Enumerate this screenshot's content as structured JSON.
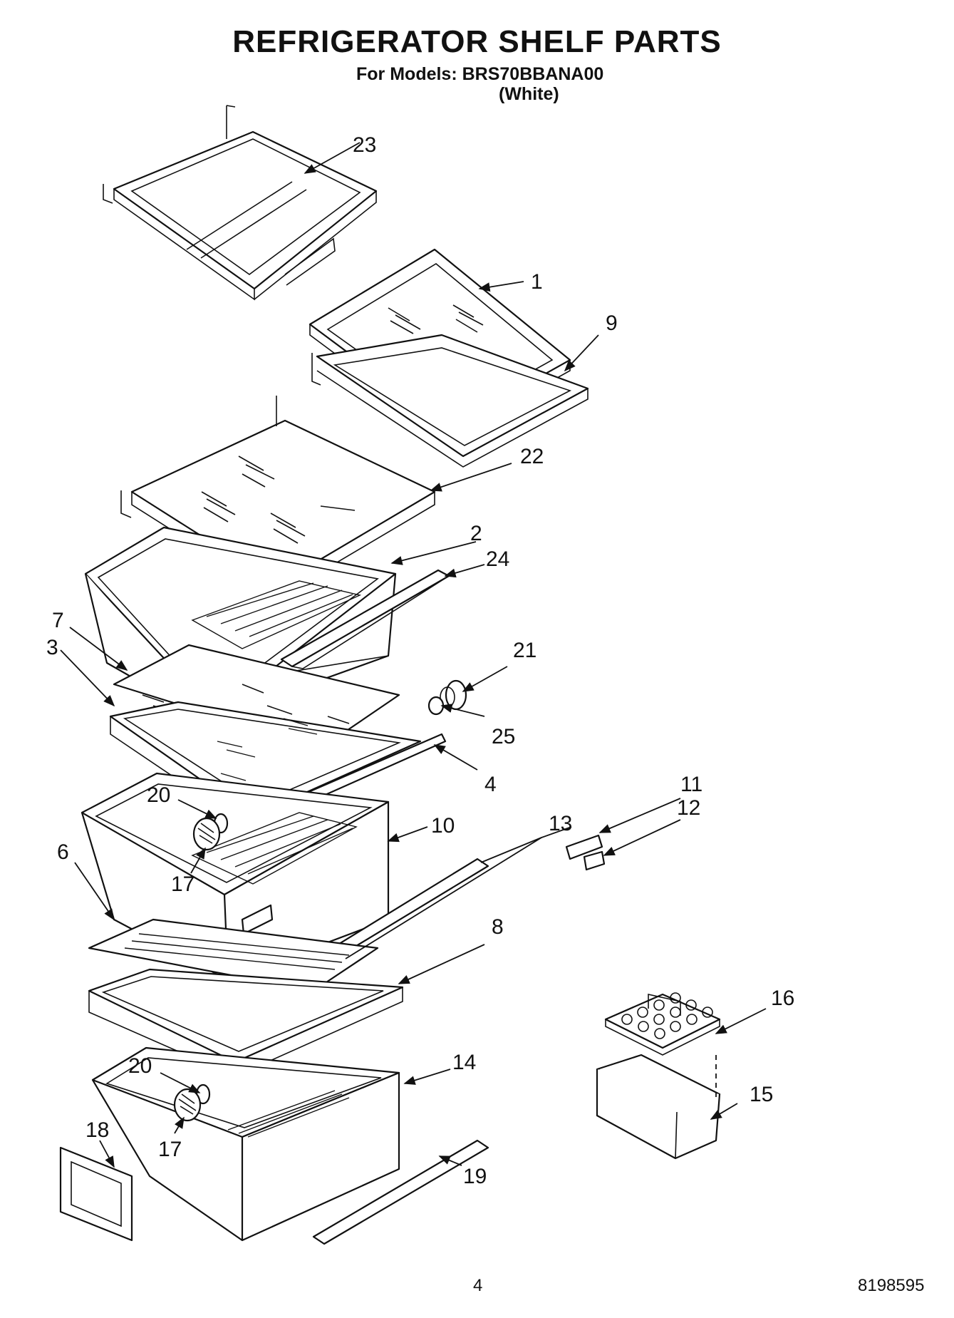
{
  "header": {
    "title": "REFRIGERATOR SHELF PARTS",
    "models_line": "For Models: BRS70BBANA00",
    "color_line": "(White)"
  },
  "callouts": [
    "23",
    "1",
    "9",
    "22",
    "2",
    "24",
    "7",
    "3",
    "21",
    "25",
    "4",
    "20",
    "11",
    "13",
    "12",
    "10",
    "6",
    "17",
    "8",
    "16",
    "15",
    "20",
    "14",
    "18",
    "17",
    "19"
  ],
  "footer": {
    "page_number": "4",
    "document_number": "8198595"
  }
}
